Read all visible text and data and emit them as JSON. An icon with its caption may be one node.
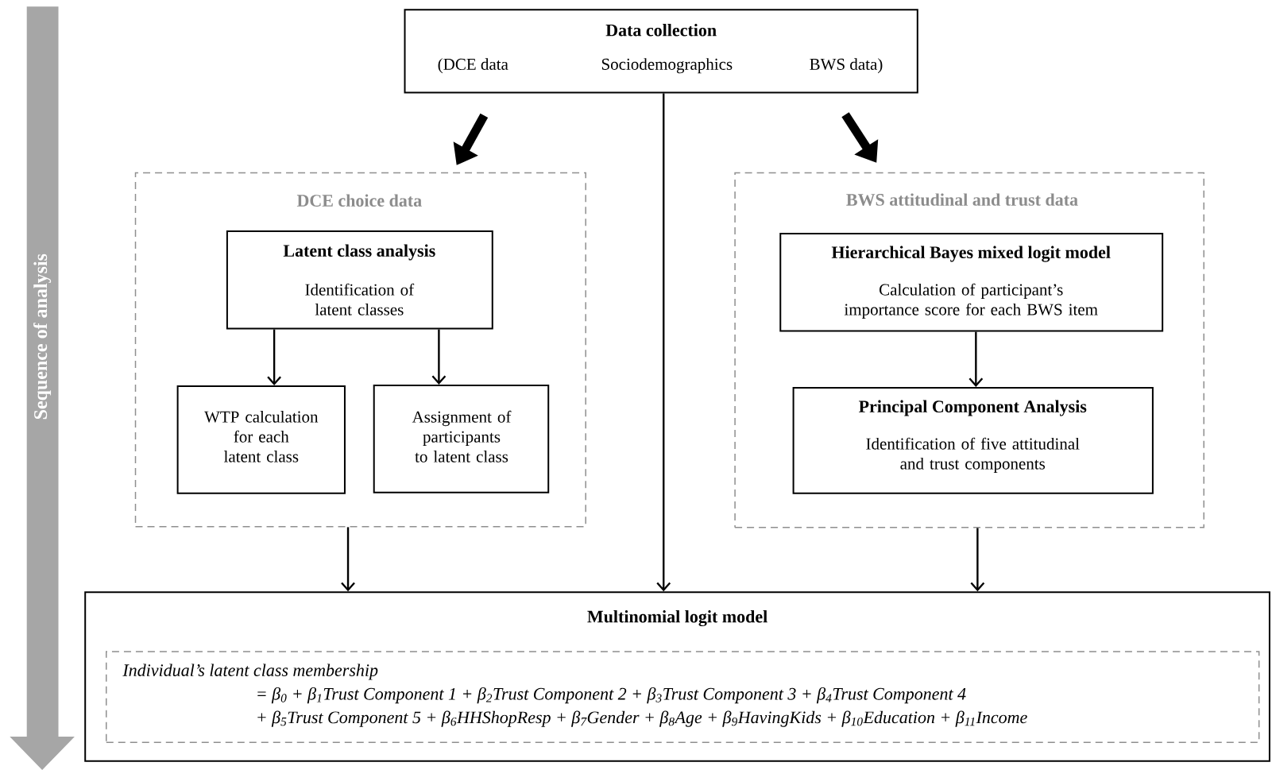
{
  "diagram": {
    "nodes": [
      {
        "text": [
          "Data collection",
          "(DCE data",
          "Sociodemographics",
          "BWS data)"
        ]
      },
      {
        "text": [
          "DCE choice data"
        ]
      },
      {
        "text": [
          "Latent class analysis",
          "Identification of latent classes"
        ],
        "in": 1
      },
      {
        "text": [
          "WTP calculation for each latent class"
        ],
        "in": 1
      },
      {
        "text": [
          "Assignment of participants to latent class"
        ],
        "in": 1
      },
      {
        "text": [
          "BWS attitudinal and trust data"
        ]
      },
      {
        "text": [
          "Hierarchical Bayes mixed logit model",
          "Calculation of participant’s importance score for each BWS item"
        ],
        "in": 5
      },
      {
        "text": [
          "Principal Component Analysis",
          "Identification of five attitudinal and trust components"
        ],
        "in": 5
      },
      {
        "text": [
          "Multinomial logit model"
        ]
      },
      {
        "text": [
          "Individual’s latent class membership",
          "= β$_{0}$ + β$_{1}$Trust Component 1 + β$_{2}$Trust Component 2 + β$_{3}$Trust Component 3 + β$_{4}$Trust Component 4",
          "+ β$_{5}$Trust Component 5 + β$_{6}$HHShopResp + β$_{7}$Gender +  β$_{8}$Age + β$_{9}$HavingKids + β$_{10}$Education + β$_{11}$Income"
        ],
        "in": 8
      }
    ],
    "edges": [
      {
        "from": 0,
        "to": 1,
        "arrow": "to",
        "style": "thick"
      },
      {
        "from": 0,
        "to": 5,
        "arrow": "to",
        "style": "thick"
      },
      {
        "from": 0,
        "to": 8,
        "arrow": "to"
      },
      {
        "from": 2,
        "to": 3,
        "arrow": "to"
      },
      {
        "from": 2,
        "to": 4,
        "arrow": "to"
      },
      {
        "from": 6,
        "to": 7,
        "arrow": "to"
      },
      {
        "from": 1,
        "to": 8,
        "arrow": "to"
      },
      {
        "from": 5,
        "to": 8,
        "arrow": "to"
      }
    ],
    "labels": [
      "Sequence of analysis"
    ]
  }
}
